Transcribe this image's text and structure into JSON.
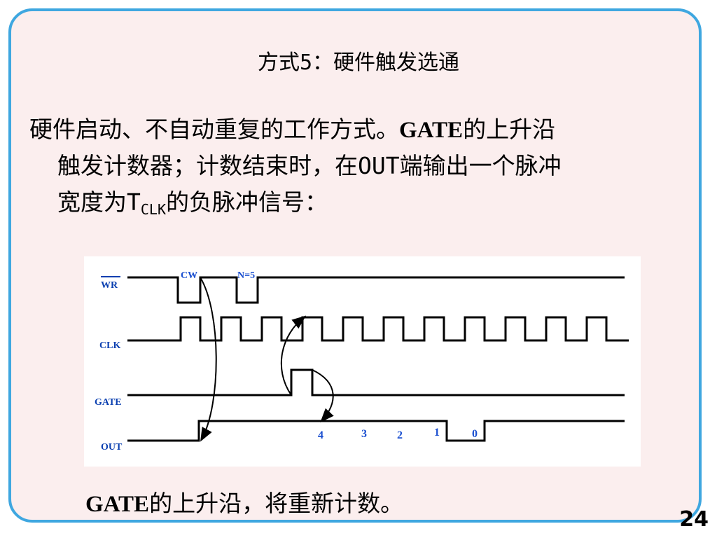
{
  "slide": {
    "title": "方式5：硬件触发选通",
    "line1_part1": "硬件启动、不自动重复的工作方式。",
    "line1_gate": "GATE",
    "line1_part2": "的上升沿",
    "line2": "触发计数器；计数结束时，在OUT端输出一个脉冲",
    "line3_part1": "宽度为T",
    "line3_sub": "CLK",
    "line3_part2": "的负脉冲信号：",
    "bottom_gate": "GATE",
    "bottom_rest": "的上升沿，将重新计数。",
    "page_number": "24"
  },
  "diagram": {
    "signals": [
      "WR",
      "CLK",
      "GATE",
      "OUT"
    ],
    "wr_annotations": [
      "CW",
      "N=5"
    ],
    "count_labels": [
      "4",
      "3",
      "2",
      "1",
      "0"
    ],
    "colors": {
      "signal": "#000000",
      "label": "#1a4fd0",
      "border": "#3fa7e0",
      "background": "#fbeeee"
    }
  }
}
